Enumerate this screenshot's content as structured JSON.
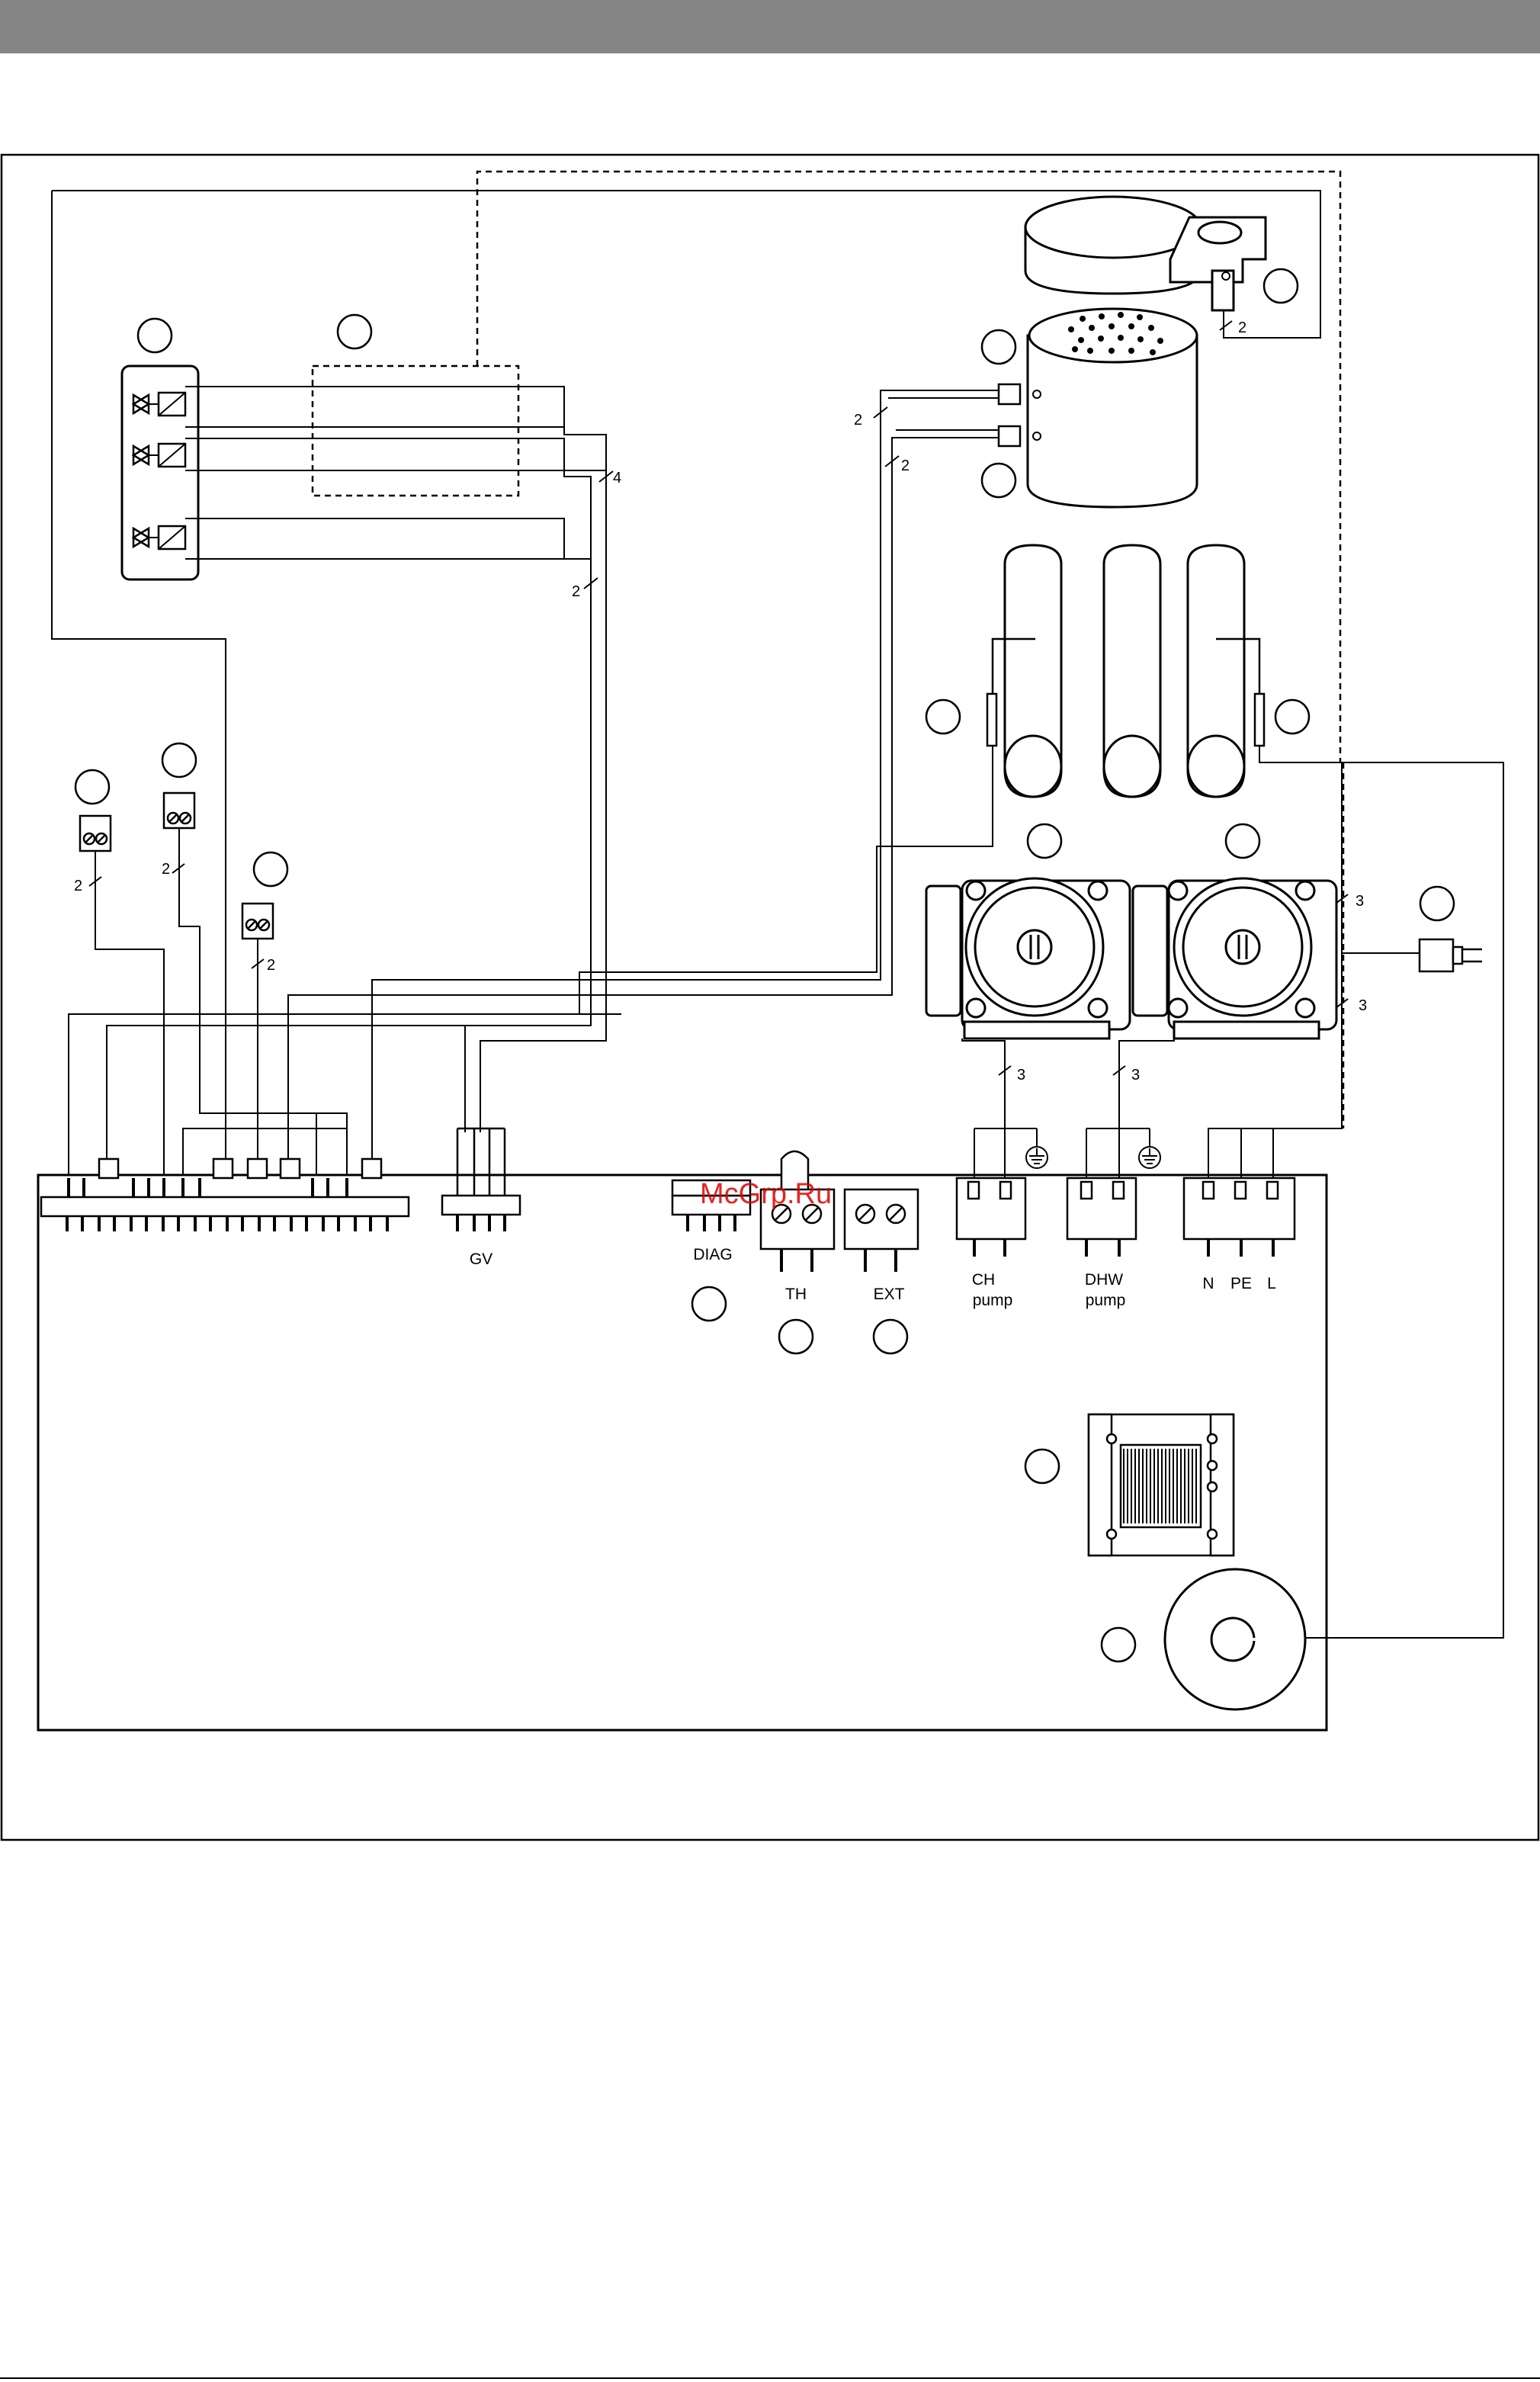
{
  "header": {
    "bar_color": "#858585"
  },
  "watermark": {
    "text": "McGrp.Ru",
    "color": "#e00000"
  },
  "wire_counts": {
    "gas_valve_bundle": "4",
    "gas_valve_lower": "2",
    "fan_a": "2",
    "fan_b": "2",
    "pressure_switch": "2",
    "sensor_left": "2",
    "sensor_middle": "2",
    "sensor_right": "2",
    "pump_supply": "3",
    "mains_supply": "3",
    "ch_pump": "3",
    "dhw_pump": "3"
  },
  "connectors": {
    "gv": "GV",
    "diag": "DIAG",
    "th": "TH",
    "ext": "EXT",
    "ch_pump_line1": "CH",
    "ch_pump_line2": "pump",
    "dhw_pump_line1": "DHW",
    "dhw_pump_line2": "pump",
    "n": "N",
    "pe": "PE",
    "l": "L"
  },
  "icons": [
    "gas-valve-icon",
    "fan-icon",
    "pressure-switch-icon",
    "pump-icon",
    "transformer-icon",
    "ignition-coil-icon",
    "mains-plug-icon",
    "ground-icon",
    "temperature-sensor-icon",
    "heat-exchanger-icon"
  ]
}
